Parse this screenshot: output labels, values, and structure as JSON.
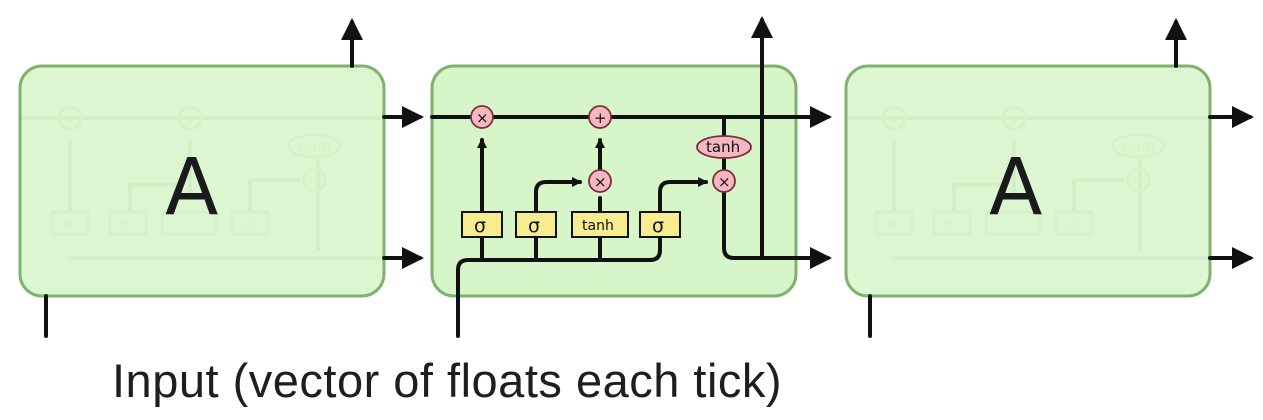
{
  "cells": [
    {
      "label": "A",
      "state": "collapsed"
    },
    {
      "label": "",
      "state": "expanded"
    },
    {
      "label": "A",
      "state": "collapsed"
    }
  ],
  "gates": [
    "σ",
    "σ",
    "tanh",
    "σ"
  ],
  "ops": {
    "forget": "×",
    "add": "+",
    "input": "×",
    "output": "×",
    "tanh": "tanh"
  },
  "ghost": {
    "gate": "σ",
    "tanh": "tanh",
    "mult": "×",
    "add": "+"
  },
  "caption": "Input (vector of floats each tick)",
  "colors": {
    "cell_fill": "#d6f5c9",
    "cell_border": "#7fb26d",
    "gate_fill": "#f7ec8f",
    "op_fill": "#f5b8c2",
    "line": "#111111"
  }
}
